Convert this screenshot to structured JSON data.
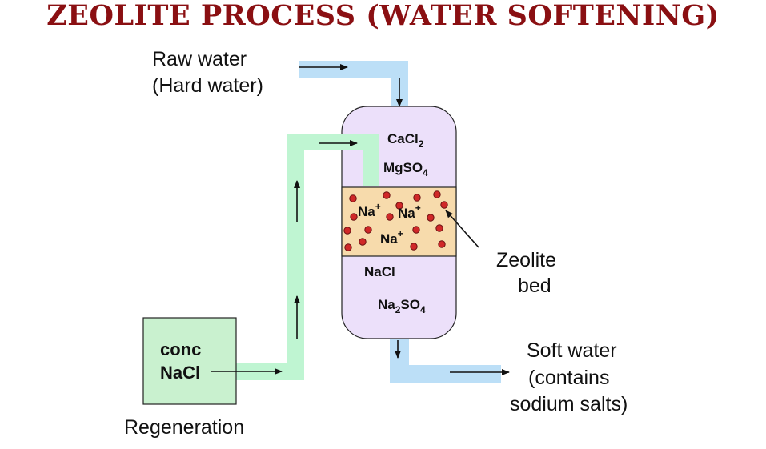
{
  "title": "ZEOLITE PROCESS (WATER SOFTENING)",
  "labels": {
    "raw_water_line1": "Raw water",
    "raw_water_line2": "(Hard water)",
    "zeolite_line1": "Zeolite",
    "zeolite_line2": "bed",
    "soft_water_line1": "Soft water",
    "soft_water_line2": "(contains",
    "soft_water_line3": "sodium salts)",
    "regeneration": "Regeneration",
    "conc_line1": "conc",
    "conc_line2": "NaCl"
  },
  "chemicals": {
    "cacl2_base": "CaCl",
    "cacl2_sub": "2",
    "mgso4_base": "MgSO",
    "mgso4_sub": "4",
    "na_base": "Na",
    "na_sup": "+",
    "nacl": "NaCl",
    "na2so4_a": "Na",
    "na2so4_sub1": "2",
    "na2so4_b": "SO",
    "na2so4_sub2": "4"
  },
  "colors": {
    "title": "#8a0f12",
    "hard_water_pipe": "#bcdff7",
    "brine_pipe": "#bff5d2",
    "brine_box": "#c9f1cf",
    "column": "#ece0fa",
    "zeolite_bed": "#f7dbac",
    "particle": "#d02828"
  }
}
